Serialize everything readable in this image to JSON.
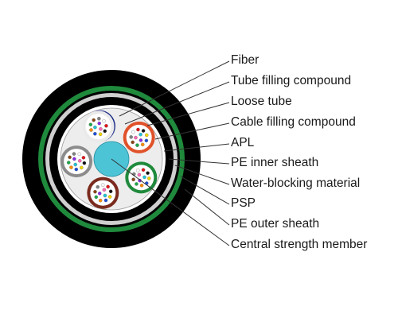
{
  "labels": {
    "fiber": "Fiber",
    "tube_filling_compound": "Tube filling compound",
    "loose_tube": "Loose tube",
    "cable_filling_compound": "Cable filling compound",
    "apl": "APL",
    "pe_inner_sheath": "PE inner sheath",
    "water_blocking_material": "Water-blocking material",
    "psp": "PSP",
    "pe_outer_sheath": "PE outer sheath",
    "central_strength_member": "Central strength member"
  },
  "colors": {
    "outer_sheath": "#000000",
    "psp_band": "#1f8a3c",
    "water_blocking": "#cfcfcf",
    "inner_sheath": "#000000",
    "apl": "#ffffff",
    "filling": "#ededed",
    "central_member": "#4dc3d6",
    "leader_line": "#333333",
    "tubes": [
      "#1f2f8a",
      "#e0522a",
      "#1f8a3c",
      "#7a2b1e",
      "#8c8c8c",
      "#eaeaea"
    ],
    "fibers": [
      "#1f4fd6",
      "#ff8c00",
      "#1fa64a",
      "#8b4513",
      "#808080",
      "#ffffff",
      "#e3141b",
      "#111111",
      "#f2d600",
      "#8a2be2",
      "#ff69b4",
      "#20c5d6"
    ]
  }
}
